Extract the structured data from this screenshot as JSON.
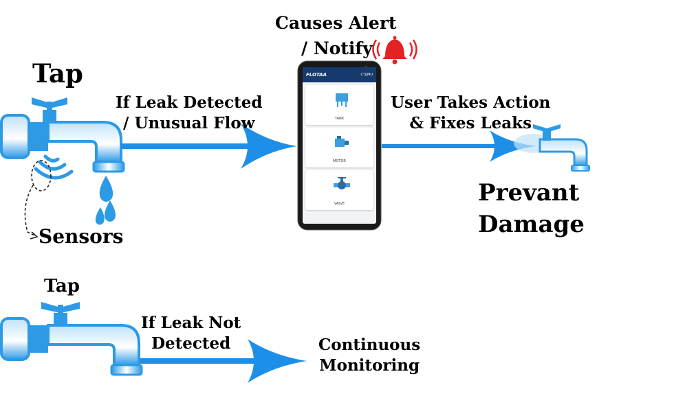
{
  "colors": {
    "arrow": "#1e8fe8",
    "tap_blue": "#2d9ae6",
    "tap_light": "#bfe2fa",
    "phone_frame": "#1a1a1a",
    "bell": "#e32222",
    "app_bar": "#163a6b"
  },
  "top_flow": {
    "tap_label": "Tap",
    "sensors_label": "Sensors",
    "leak_detected": [
      "If Leak Detected",
      "/ Unusual Flow"
    ],
    "alert": [
      "Causes Alert",
      "/ Notify"
    ],
    "user_action": [
      "User  Takes Action",
      "& Fixes Leaks"
    ],
    "outcome": [
      "Prevant",
      "Damage"
    ]
  },
  "phone_app": {
    "brand": "FLOTAA",
    "user": "C'SJMU",
    "cards": [
      "TANK",
      "MOTOR",
      "VALVE"
    ]
  },
  "bottom_flow": {
    "tap_label": "Tap",
    "leak_not_detected": [
      "If Leak Not",
      "Detected"
    ],
    "result": [
      "Continuous",
      "Monitoring"
    ]
  },
  "icons": [
    "faucet-icon",
    "wifi-signal-icon",
    "water-drops-icon",
    "bell-icon",
    "smartphone-icon",
    "tank-icon",
    "motor-icon",
    "valve-icon"
  ]
}
